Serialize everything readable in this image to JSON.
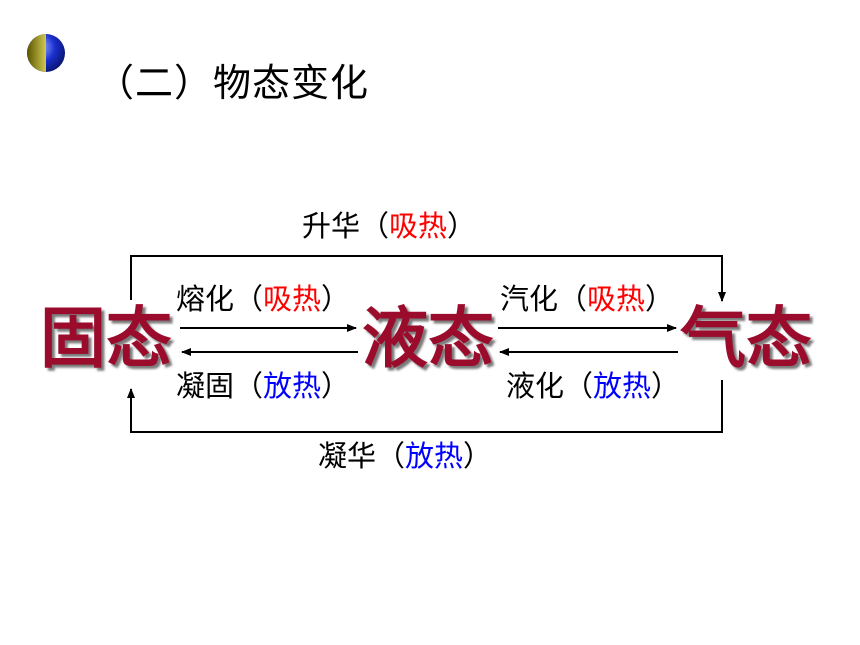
{
  "title": "（二）物态变化",
  "states": {
    "solid": "固态",
    "liquid": "液态",
    "gas": "气态"
  },
  "transitions": {
    "sublimation": {
      "name": "升华",
      "open": "（",
      "heat": "吸热",
      "close": "）"
    },
    "melting": {
      "name": "熔化",
      "open": "（",
      "heat": "吸热",
      "close": "）"
    },
    "vaporization": {
      "name": "汽化",
      "open": "（",
      "heat": "吸热",
      "close": "）"
    },
    "freezing": {
      "name": "凝固",
      "open": "（",
      "heat": "放热",
      "close": "）"
    },
    "liquefaction": {
      "name": "液化",
      "open": "（",
      "heat": "放热",
      "close": "）"
    },
    "deposition": {
      "name": "凝华",
      "open": "（",
      "heat": "放热",
      "close": "）"
    }
  },
  "colors": {
    "state_text": "#9b0b2c",
    "absorb": "#ff0000",
    "release": "#0000ff"
  },
  "icons": {
    "bullet": "sphere-bullet-icon"
  }
}
